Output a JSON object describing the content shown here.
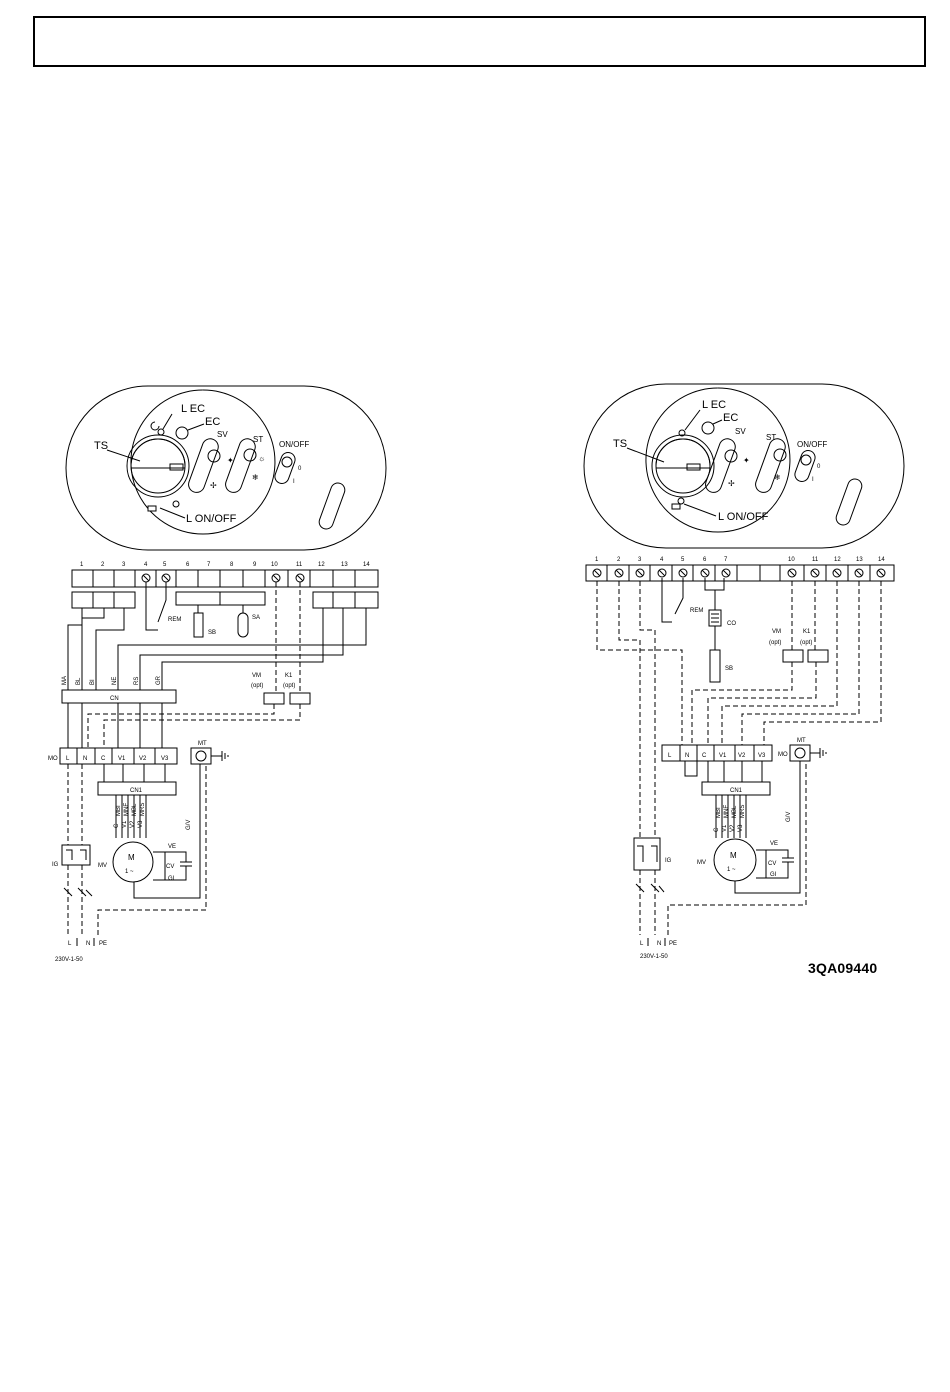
{
  "document": {
    "code": "3QA09440"
  },
  "control_panel": {
    "labels": {
      "lec": "L EC",
      "ec": "EC",
      "ts": "TS",
      "sv": "SV",
      "st": "ST",
      "onoff": "ON/OFF",
      "lonoff": "L ON/OFF",
      "off": "0",
      "on": "I"
    }
  },
  "diagram_left": {
    "terminals": [
      "1",
      "2",
      "3",
      "4",
      "5",
      "6",
      "7",
      "8",
      "9",
      "10",
      "11",
      "12",
      "13",
      "14"
    ],
    "wire_colors": [
      "MA",
      "BL",
      "BI",
      "NE",
      "RS",
      "GR"
    ],
    "components": {
      "rem": "REM",
      "sb": "SB",
      "sa": "SA",
      "cn": "CN",
      "cn1": "CN1",
      "vm": "VM",
      "vm_opt": "(opt)",
      "k1": "K1",
      "k1_opt": "(opt)",
      "mo": "MO",
      "mt": "MT",
      "ig": "IG",
      "mv": "MV",
      "motor": "M",
      "motor_phase": "1 ~",
      "ve": "VE",
      "cv": "CV",
      "gi": "GI",
      "gv": "G/V",
      "speeds": [
        "C",
        "V1",
        "V2",
        "V3"
      ],
      "mains_terms": [
        "L",
        "N"
      ],
      "cn1_wires": [
        "C",
        "MBI",
        "V1",
        "MNE",
        "V2",
        "MBL",
        "V3",
        "MRS"
      ],
      "supply": [
        "L",
        "N",
        "PE"
      ],
      "rating": "230V-1-50"
    }
  },
  "diagram_right": {
    "terminals": [
      "1",
      "2",
      "3",
      "4",
      "5",
      "6",
      "7",
      "10",
      "11",
      "12",
      "13",
      "14"
    ],
    "components": {
      "rem": "REM",
      "co": "CO",
      "sb": "SB",
      "cn1": "CN1",
      "vm": "VM",
      "vm_opt": "(opt)",
      "k1": "K1",
      "k1_opt": "(opt)",
      "mo": "MO",
      "mt": "MT",
      "ig": "IG",
      "mv": "MV",
      "motor": "M",
      "motor_phase": "1 ~",
      "ve": "VE",
      "cv": "CV",
      "gi": "GI",
      "gv": "G/V",
      "speeds": [
        "C",
        "V1",
        "V2",
        "V3"
      ],
      "mains_terms": [
        "L",
        "N"
      ],
      "cn1_wires": [
        "C",
        "MBI",
        "V1",
        "MNE",
        "V2",
        "MBL",
        "V3",
        "MRS"
      ],
      "supply": [
        "L",
        "N",
        "PE"
      ],
      "rating": "230V-1-50"
    }
  }
}
